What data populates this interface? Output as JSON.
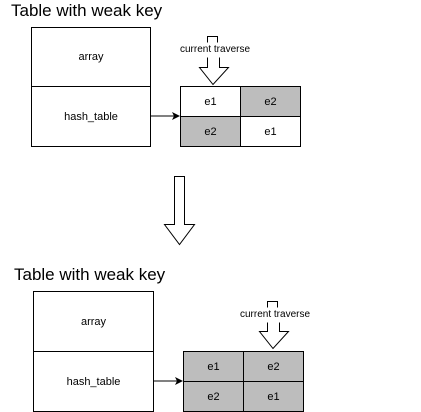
{
  "panels": [
    {
      "title": "Table with weak key",
      "struct_fields": [
        "array",
        "hash_table"
      ],
      "traverse_label": "current traverse",
      "cells": [
        {
          "label": "e1",
          "fill": "#ffffff"
        },
        {
          "label": "e2",
          "fill": "#bdbdbd"
        },
        {
          "label": "e2",
          "fill": "#bdbdbd"
        },
        {
          "label": "e1",
          "fill": "#ffffff"
        }
      ]
    },
    {
      "title": "Table with weak key",
      "struct_fields": [
        "array",
        "hash_table"
      ],
      "traverse_label": "current traverse",
      "cells": [
        {
          "label": "e1",
          "fill": "#bdbdbd"
        },
        {
          "label": "e2",
          "fill": "#bdbdbd"
        },
        {
          "label": "e2",
          "fill": "#bdbdbd"
        },
        {
          "label": "e1",
          "fill": "#bdbdbd"
        }
      ]
    }
  ],
  "colors": {
    "gc_marked": "#bdbdbd",
    "unmarked": "#ffffff",
    "stroke": "#000000"
  }
}
